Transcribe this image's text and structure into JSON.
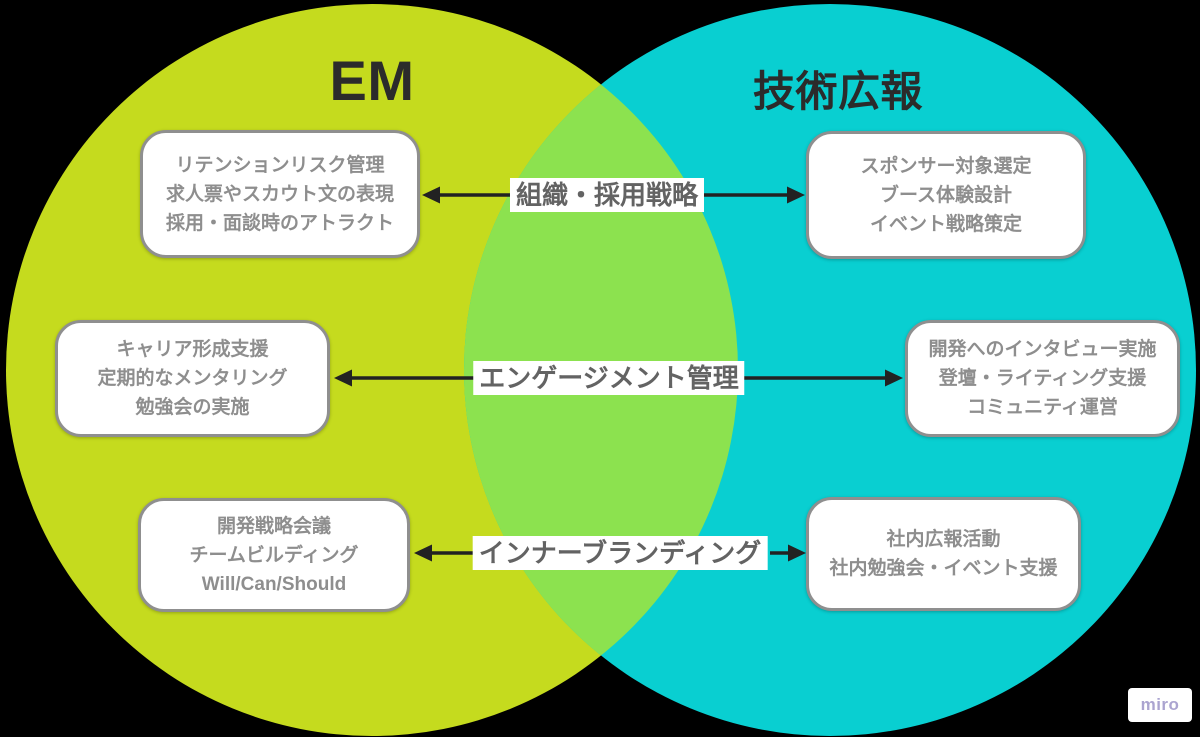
{
  "titles": {
    "left": "EM",
    "right": "技術広報"
  },
  "colors": {
    "background": "#000000",
    "left_circle": "#C5DB1E",
    "right_circle": "#09CFD1",
    "overlap": "#8CE24F",
    "box_background": "#FFFFFF",
    "box_border": "#8F8F8F",
    "box_text": "#8E8E8E",
    "label_text": "#636363",
    "title_text": "#2B2B2B",
    "arrow": "#222222",
    "watermark_text": "#ABA4D0",
    "watermark_background": "#FFFFFF"
  },
  "rows": [
    {
      "label": "組織・採用戦略",
      "left_lines": [
        "リテンションリスク管理",
        "求人票やスカウト文の表現",
        "採用・面談時のアトラクト"
      ],
      "right_lines": [
        "スポンサー対象選定",
        "ブース体験設計",
        "イベント戦略策定"
      ]
    },
    {
      "label": "エンゲージメント管理",
      "left_lines": [
        "キャリア形成支援",
        "定期的なメンタリング",
        "勉強会の実施"
      ],
      "right_lines": [
        "開発へのインタビュー実施",
        "登壇・ライティング支援",
        "コミュニティ運営"
      ]
    },
    {
      "label": "インナーブランディング",
      "left_lines": [
        "開発戦略会議",
        "チームビルディング",
        "Will/Can/Should"
      ],
      "right_lines": [
        "社内広報活動",
        "社内勉強会・イベント支援"
      ]
    }
  ],
  "watermark": "miro"
}
